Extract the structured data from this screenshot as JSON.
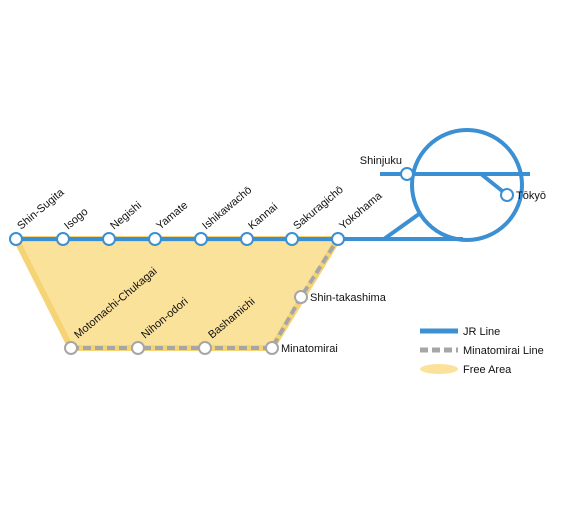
{
  "colors": {
    "jr_line": "#3b8fd3",
    "minatomirai_line": "#a6a6a6",
    "free_area_fill": "#fbe29a",
    "free_area_stroke": "#f5d476",
    "station_fill": "#ffffff"
  },
  "jr_stations": [
    {
      "name": "Shin-Sugita"
    },
    {
      "name": "Isogo"
    },
    {
      "name": "Negishi"
    },
    {
      "name": "Yamate"
    },
    {
      "name": "Ishikawachō"
    },
    {
      "name": "Kannai"
    },
    {
      "name": "Sakuragichō"
    },
    {
      "name": "Yokohama"
    }
  ],
  "minatomirai_stations": [
    {
      "name": "Motomachi-Chukagai"
    },
    {
      "name": "Nihon-odori"
    },
    {
      "name": "Bashamichi"
    },
    {
      "name": "Minatomirai"
    },
    {
      "name": "Shin-takashima"
    }
  ],
  "loop_stations": [
    {
      "name": "Shinjuku"
    },
    {
      "name": "Tōkyō"
    }
  ],
  "legend": {
    "jr_line": "JR Line",
    "minatomirai_line": "Minatomirai Line",
    "free_area": "Free Area"
  }
}
